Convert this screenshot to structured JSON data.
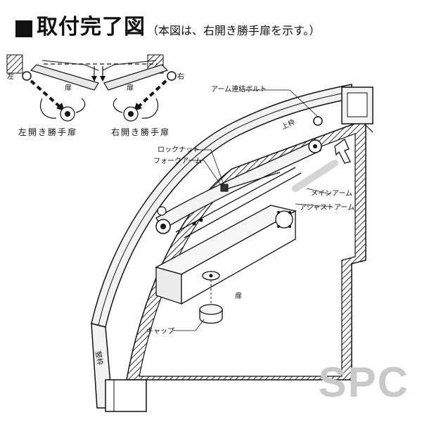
{
  "title": {
    "main": "取付完了図",
    "sub": "（本図は、右開き勝手扉を示す。）"
  },
  "inset": {
    "left_side": "左",
    "right_side": "右",
    "door_left": "扉",
    "door_right": "扉",
    "caption_left": "左開き勝手扉",
    "caption_right": "右開き勝手扉"
  },
  "labels": {
    "arm_bolt": "アーム連結ボルト",
    "top_frame": "上枠",
    "lock_nut": "ロックナット",
    "fork_arm": "フォークアーム",
    "main_arm": "メインアーム",
    "adjust_arm": "アジャストアーム",
    "door": "扉",
    "cap": "キャップ",
    "vertical_frame": "竪枠"
  },
  "watermark": "SPC"
}
